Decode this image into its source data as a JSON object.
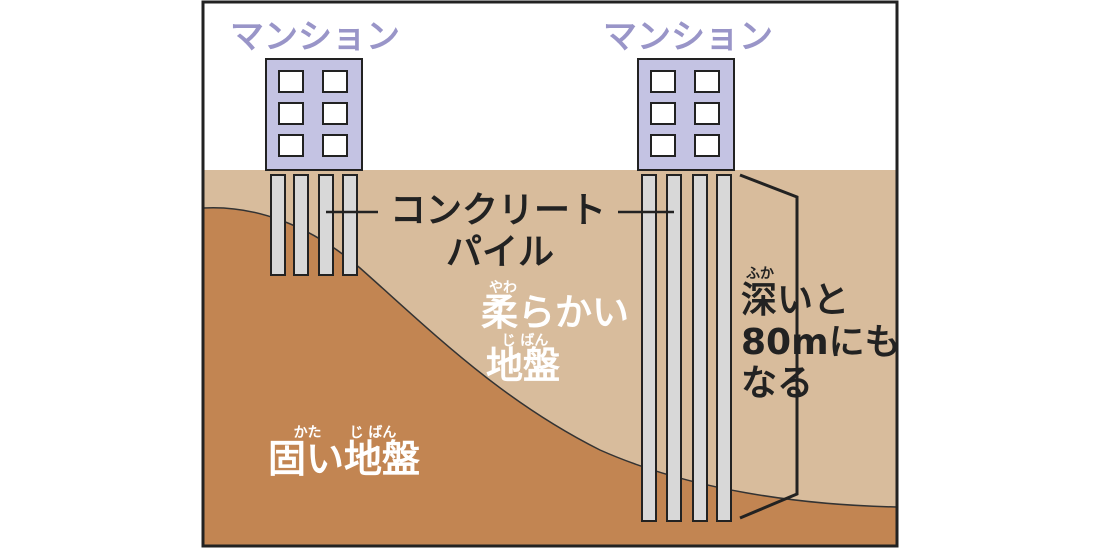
{
  "buildings": {
    "left_label": "マンション",
    "right_label": "マンション"
  },
  "piles_label": {
    "line1": "コンクリート",
    "line2": "パイル"
  },
  "soft_ground": {
    "ruby1": "やわ",
    "line1": "柔らかい",
    "ruby2": "じ ばん",
    "line2": "地盤"
  },
  "hard_ground": {
    "ruby": "かた　　じ ばん",
    "text": "固い地盤"
  },
  "depth_note": {
    "ruby": "ふか",
    "line1": "深いと",
    "line2": "80mにも",
    "line3": "なる"
  },
  "colors": {
    "soft_soil": "#d8bc9c",
    "hard_soil": "#c28552",
    "building": "#c4c3e3",
    "label_purple": "#9995c8",
    "pile": "#d8d8d8",
    "frame": "#222222"
  }
}
